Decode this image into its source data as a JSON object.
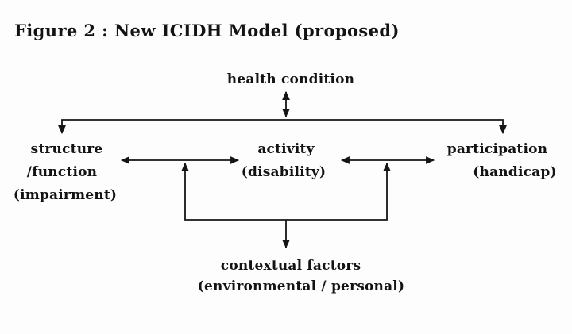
{
  "title": "Figure 2 : New ICIDH Model (proposed)",
  "colors": {
    "background": "#fdfdfd",
    "ink": "#131313"
  },
  "diagram": {
    "nodes": {
      "health_condition": {
        "label": "health condition"
      },
      "structure_function": {
        "line1": "structure",
        "line2": "/function",
        "line3": "(impairment)"
      },
      "activity": {
        "line1": "activity",
        "line2": "(disability)"
      },
      "participation": {
        "line1": "participation",
        "line2": "(handicap)"
      },
      "contextual_factors": {
        "line1": "contextual factors",
        "line2": "(environmental / personal)"
      }
    },
    "connectors": [
      {
        "from": "health_condition",
        "to": "middle_row",
        "type": "bidirectional-vertical-arrow"
      },
      {
        "from": "middle_row_bar",
        "to": "structure_function",
        "type": "arrow-down"
      },
      {
        "from": "middle_row_bar",
        "to": "participation",
        "type": "arrow-down"
      },
      {
        "from": "structure_function",
        "to": "activity",
        "type": "bidirectional-horizontal-arrow"
      },
      {
        "from": "activity",
        "to": "participation",
        "type": "bidirectional-horizontal-arrow"
      },
      {
        "from": "contextual_factors_bracket",
        "to": "structure_activity_arrow",
        "type": "arrow-up"
      },
      {
        "from": "contextual_factors_bracket",
        "to": "activity_participation_arrow",
        "type": "arrow-up"
      },
      {
        "from": "contextual_factors_bracket",
        "to": "contextual_factors",
        "type": "arrow-down"
      }
    ]
  }
}
